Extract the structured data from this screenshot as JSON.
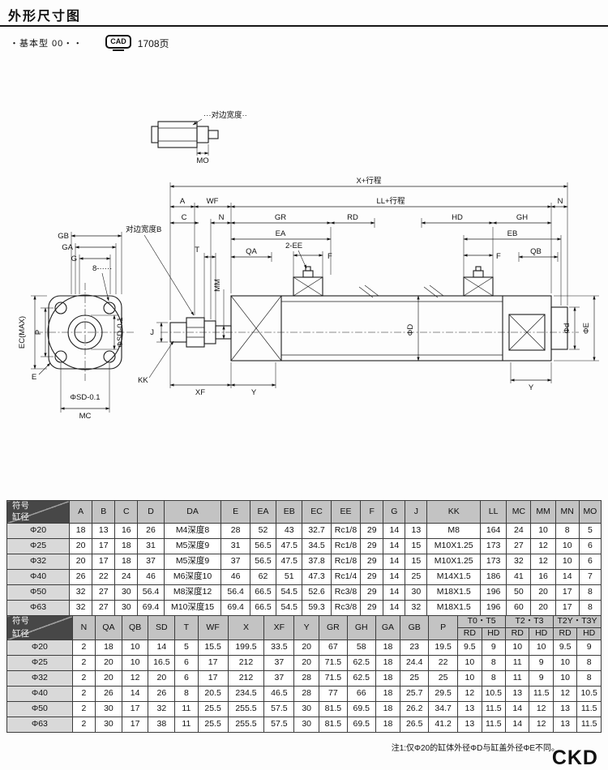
{
  "page": {
    "title": "外形尺寸图",
    "model_line": "・基本型 00・・",
    "cad_label": "CAD",
    "cad_page": "1708页",
    "footnote": "注1:仅Φ20的缸体外径ΦD与缸盖外径ΦE不同。",
    "brand": "CKD"
  },
  "drawing": {
    "detail": {
      "flats_label": "···对边宽度··",
      "mo": "MO"
    },
    "front": {
      "gb": "GB",
      "ga": "GA",
      "g": "G",
      "holes": "8-·····",
      "ec_max": "EC(MAX)",
      "p": "P",
      "e": "E",
      "sd_side": "ΦSD-0.1",
      "sd_bottom": "ΦSD-0.1",
      "mc": "MC"
    },
    "side": {
      "x_stroke": "X+行程",
      "ll_stroke": "LL+行程",
      "a": "A",
      "wf": "WF",
      "n_left": "N",
      "n_right": "N",
      "c": "C",
      "gr": "GR",
      "rd": "RD",
      "hd": "HD",
      "gh": "GH",
      "ea": "EA",
      "eb": "EB",
      "qa": "QA",
      "qb": "QB",
      "ee": "2-EE",
      "f1": "F",
      "f2": "F",
      "t": "T",
      "flats_b": "对边宽度B",
      "mm": "MM",
      "dia_d": "ΦD",
      "dia_d_small": "Φd",
      "dia_e": "ΦE",
      "j": "J",
      "kk": "KK",
      "xf": "XF",
      "y_left": "Y",
      "y_right": "Y"
    }
  },
  "tables": {
    "symbol_label": "符号",
    "bore_label": "缸径"
  },
  "table1": {
    "columns": [
      "A",
      "B",
      "C",
      "D",
      "DA",
      "E",
      "EA",
      "EB",
      "EC",
      "EE",
      "F",
      "G",
      "J",
      "KK",
      "LL",
      "MC",
      "MM",
      "MN",
      "MO"
    ],
    "rows": [
      {
        "bore": "Φ20",
        "values": [
          "18",
          "13",
          "16",
          "26",
          "M4深度8",
          "28",
          "52",
          "43",
          "32.7",
          "Rc1/8",
          "29",
          "14",
          "13",
          "M8",
          "164",
          "24",
          "10",
          "8",
          "5"
        ]
      },
      {
        "bore": "Φ25",
        "values": [
          "20",
          "17",
          "18",
          "31",
          "M5深度9",
          "31",
          "56.5",
          "47.5",
          "34.5",
          "Rc1/8",
          "29",
          "14",
          "15",
          "M10X1.25",
          "173",
          "27",
          "12",
          "10",
          "6"
        ]
      },
      {
        "bore": "Φ32",
        "values": [
          "20",
          "17",
          "18",
          "37",
          "M5深度9",
          "37",
          "56.5",
          "47.5",
          "37.8",
          "Rc1/8",
          "29",
          "14",
          "15",
          "M10X1.25",
          "173",
          "32",
          "12",
          "10",
          "6"
        ]
      },
      {
        "bore": "Φ40",
        "values": [
          "26",
          "22",
          "24",
          "46",
          "M6深度10",
          "46",
          "62",
          "51",
          "47.3",
          "Rc1/4",
          "29",
          "14",
          "25",
          "M14X1.5",
          "186",
          "41",
          "16",
          "14",
          "7"
        ]
      },
      {
        "bore": "Φ50",
        "values": [
          "32",
          "27",
          "30",
          "56.4",
          "M8深度12",
          "56.4",
          "66.5",
          "54.5",
          "52.6",
          "Rc3/8",
          "29",
          "14",
          "30",
          "M18X1.5",
          "196",
          "50",
          "20",
          "17",
          "8"
        ]
      },
      {
        "bore": "Φ63",
        "values": [
          "32",
          "27",
          "30",
          "69.4",
          "M10深度15",
          "69.4",
          "66.5",
          "54.5",
          "59.3",
          "Rc3/8",
          "29",
          "14",
          "32",
          "M18X1.5",
          "196",
          "60",
          "20",
          "17",
          "8"
        ]
      }
    ]
  },
  "table2": {
    "columns": [
      "N",
      "QA",
      "QB",
      "SD",
      "T",
      "WF",
      "X",
      "XF",
      "Y",
      "GR",
      "GH",
      "GA",
      "GB",
      "P"
    ],
    "groups": [
      {
        "label": "T0・T5",
        "sub": [
          "RD",
          "HD"
        ]
      },
      {
        "label": "T2・T3",
        "sub": [
          "RD",
          "HD"
        ]
      },
      {
        "label": "T2Y・T3Y",
        "sub": [
          "RD",
          "HD"
        ]
      }
    ],
    "rows": [
      {
        "bore": "Φ20",
        "values": [
          "2",
          "18",
          "10",
          "14",
          "5",
          "15.5",
          "199.5",
          "33.5",
          "20",
          "67",
          "58",
          "18",
          "23",
          "19.5",
          "9.5",
          "9",
          "10",
          "10",
          "9.5",
          "9"
        ]
      },
      {
        "bore": "Φ25",
        "values": [
          "2",
          "20",
          "10",
          "16.5",
          "6",
          "17",
          "212",
          "37",
          "20",
          "71.5",
          "62.5",
          "18",
          "24.4",
          "22",
          "10",
          "8",
          "11",
          "9",
          "10",
          "8"
        ]
      },
      {
        "bore": "Φ32",
        "values": [
          "2",
          "20",
          "12",
          "20",
          "6",
          "17",
          "212",
          "37",
          "28",
          "71.5",
          "62.5",
          "18",
          "25",
          "25",
          "10",
          "8",
          "11",
          "9",
          "10",
          "8"
        ]
      },
      {
        "bore": "Φ40",
        "values": [
          "2",
          "26",
          "14",
          "26",
          "8",
          "20.5",
          "234.5",
          "46.5",
          "28",
          "77",
          "66",
          "18",
          "25.7",
          "29.5",
          "12",
          "10.5",
          "13",
          "11.5",
          "12",
          "10.5"
        ]
      },
      {
        "bore": "Φ50",
        "values": [
          "2",
          "30",
          "17",
          "32",
          "11",
          "25.5",
          "255.5",
          "57.5",
          "30",
          "81.5",
          "69.5",
          "18",
          "26.2",
          "34.7",
          "13",
          "11.5",
          "14",
          "12",
          "13",
          "11.5"
        ]
      },
      {
        "bore": "Φ63",
        "values": [
          "2",
          "30",
          "17",
          "38",
          "11",
          "25.5",
          "255.5",
          "57.5",
          "30",
          "81.5",
          "69.5",
          "18",
          "26.5",
          "41.2",
          "13",
          "11.5",
          "14",
          "12",
          "13",
          "11.5"
        ]
      }
    ]
  }
}
